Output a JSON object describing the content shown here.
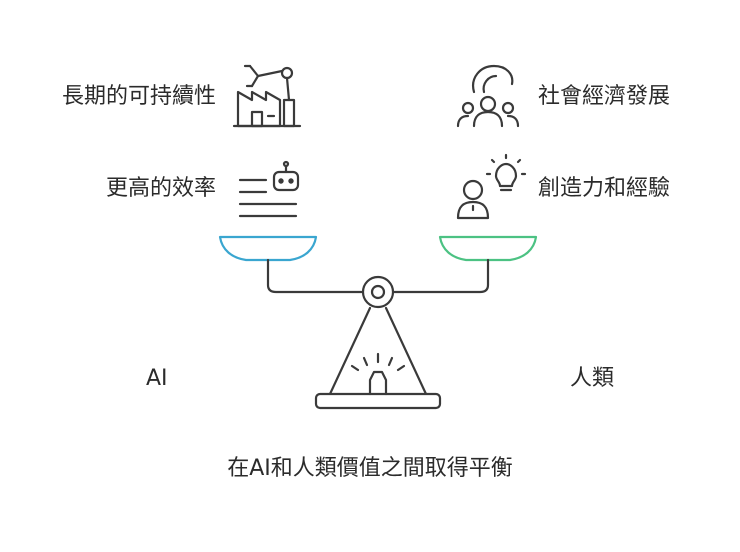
{
  "left": {
    "items": [
      {
        "label": "長期的可持續性",
        "icon": "factory-robot-arm-icon"
      },
      {
        "label": "更高的效率",
        "icon": "robot-list-icon"
      }
    ],
    "side_label": "AI",
    "pan_color": "#3aa6d0"
  },
  "right": {
    "items": [
      {
        "label": "社會經濟發展",
        "icon": "community-people-icon"
      },
      {
        "label": "創造力和經驗",
        "icon": "person-lightbulb-icon"
      }
    ],
    "side_label": "人類",
    "pan_color": "#4cc283"
  },
  "footer": {
    "caption": "在AI和人類價值之間取得平衡"
  },
  "colors": {
    "line": "#3a3a3a",
    "text": "#2b2b2b"
  }
}
